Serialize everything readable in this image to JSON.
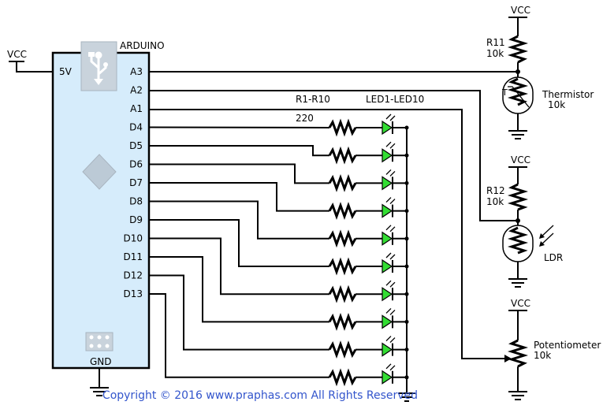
{
  "board": {
    "title": "ARDUINO",
    "power_pin": "5V",
    "ground_pin": "GND",
    "right_pins": [
      "A3",
      "A2",
      "A1",
      "D4",
      "D5",
      "D6",
      "D7",
      "D8",
      "D9",
      "D10",
      "D11",
      "D12",
      "D13"
    ]
  },
  "supply": {
    "vcc_label": "VCC"
  },
  "resistor_bank": {
    "name": "R1-R10",
    "value": "220"
  },
  "led_bank": {
    "name": "LED1-LED10",
    "color": "#33dd33"
  },
  "sensors": {
    "r11": {
      "name": "R11",
      "value": "10k"
    },
    "thermistor": {
      "name": "Thermistor",
      "value": "10k",
      "marker": "T"
    },
    "r12": {
      "name": "R12",
      "value": "10k"
    },
    "ldr": {
      "name": "LDR"
    },
    "potentiometer": {
      "name": "Potentiometer",
      "value": "10k"
    }
  },
  "board_color": "#d6ecfb",
  "copyright": {
    "text": "Copyright © 2016 www.praphas.com  All Rights Reserved",
    "color": "#3355cc"
  }
}
